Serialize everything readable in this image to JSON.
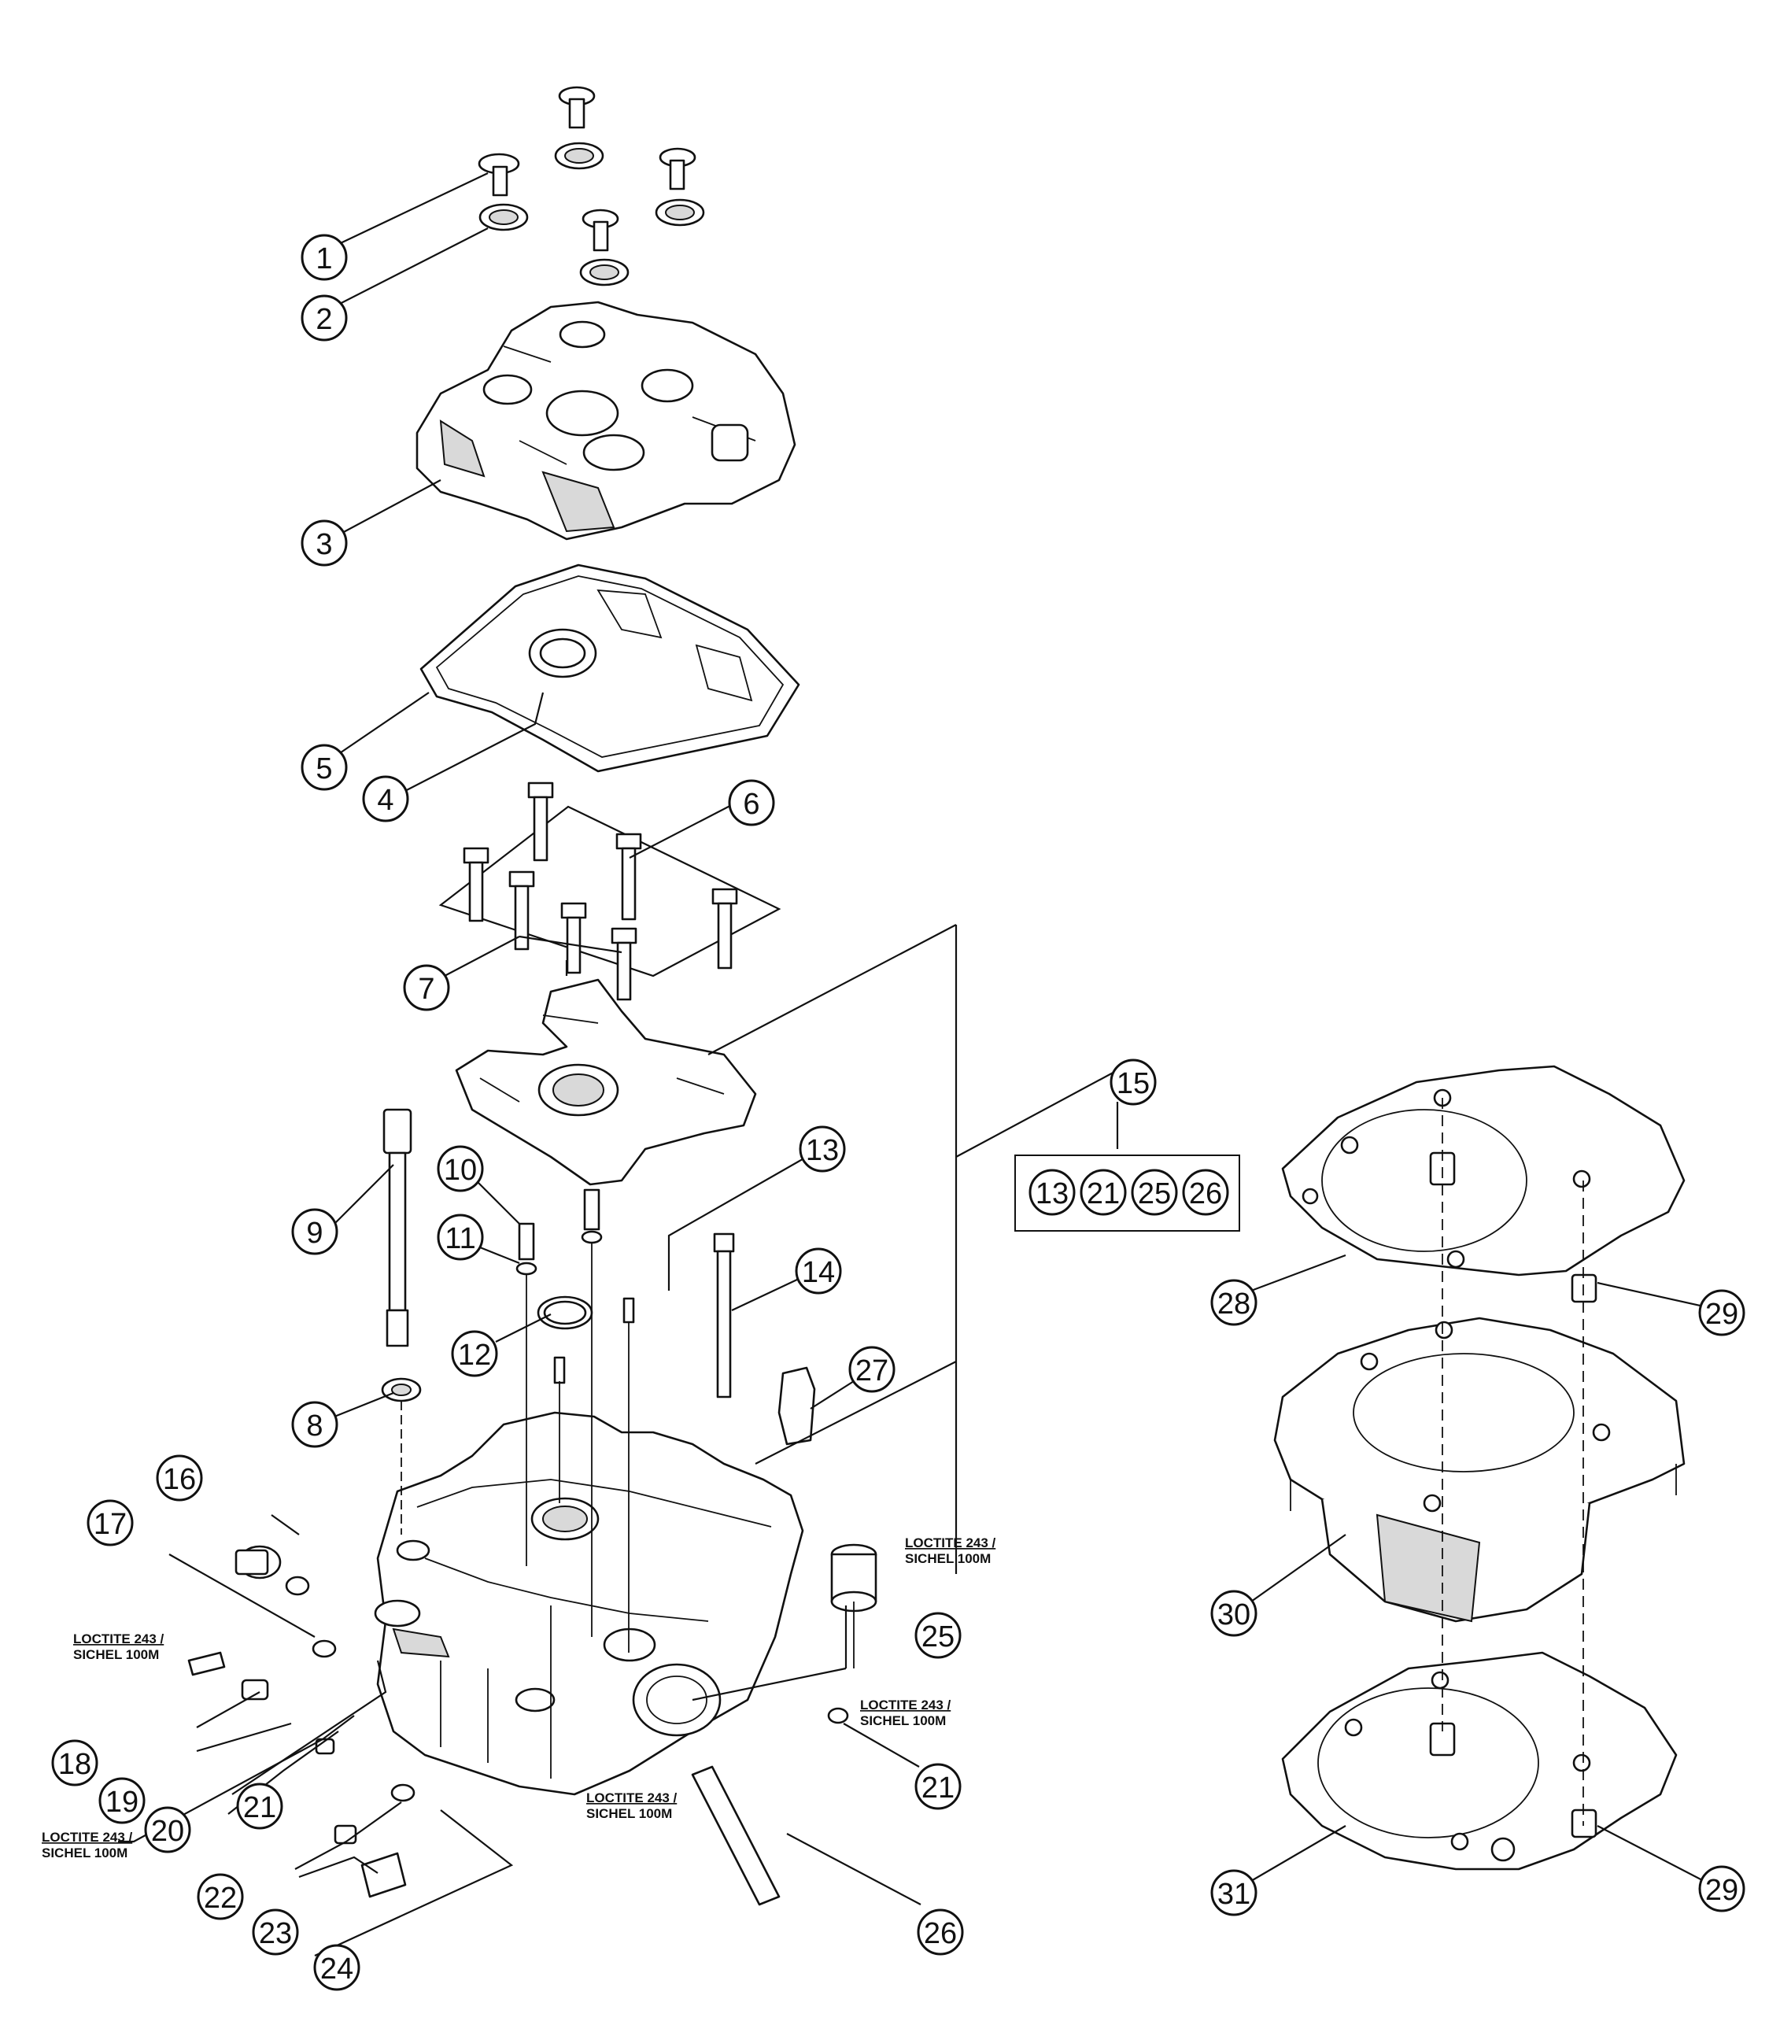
{
  "callouts": [
    "1",
    "2",
    "3",
    "4",
    "5",
    "6",
    "7",
    "8",
    "9",
    "10",
    "11",
    "12",
    "13",
    "14",
    "15",
    "16",
    "17",
    "18",
    "19",
    "20",
    "21",
    "21",
    "22",
    "23",
    "24",
    "25",
    "26",
    "27",
    "28",
    "29",
    "29",
    "30",
    "31"
  ],
  "kit": {
    "label": "15",
    "items": [
      "13",
      "21",
      "25",
      "26"
    ]
  },
  "notes": [
    {
      "line1": "LOCTITE 243 /",
      "line2": "SICHEL 100M"
    },
    {
      "line1": "LOCTITE 243 /",
      "line2": "SICHEL 100M"
    },
    {
      "line1": "LOCTITE 243 /",
      "line2": "SICHEL 100M"
    },
    {
      "line1": "LOCTITE 243 /",
      "line2": "SICHEL 100M"
    },
    {
      "line1": "LOCTITE 243 /",
      "line2": "SICHEL 100M"
    }
  ]
}
